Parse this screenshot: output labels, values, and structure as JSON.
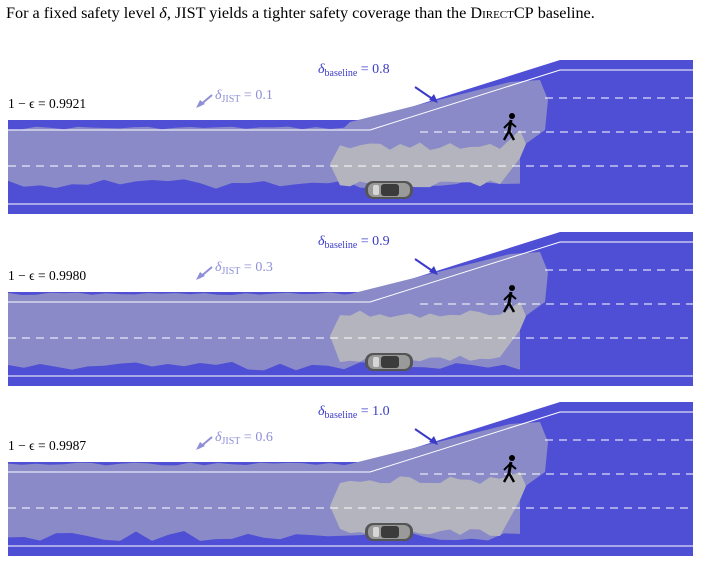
{
  "caption": {
    "prefix": "For a fixed safety level ",
    "delta": "δ",
    "middle": ", JIST yields a tighter safety coverage than the ",
    "method": "DirectCP",
    "suffix": " baseline."
  },
  "panels": [
    {
      "eps_label": "1 − ϵ = 0.9921",
      "jist_sub": "JIST",
      "jist_value": " = 0.1",
      "baseline_sub": "baseline",
      "baseline_value": " = 0.8"
    },
    {
      "eps_label": "1 − ϵ = 0.9980",
      "jist_sub": "JIST",
      "jist_value": " = 0.3",
      "baseline_sub": "baseline",
      "baseline_value": " = 0.9"
    },
    {
      "eps_label": "1 − ϵ = 0.9987",
      "jist_sub": "JIST",
      "jist_value": " = 0.6",
      "baseline_sub": "baseline",
      "baseline_value": " = 1.0"
    }
  ],
  "delta_symbol": "δ",
  "colors": {
    "baseline_region": "#4f4fd6",
    "jist_region": "#8a8ac8",
    "predicted_region": "#b4b4be",
    "lane_marking": "#ffffff",
    "jist_label": "#8f8fd8",
    "baseline_label": "#3b3bc9"
  },
  "icons": [
    "car-icon",
    "pedestrian-icon",
    "arrow-icon"
  ]
}
